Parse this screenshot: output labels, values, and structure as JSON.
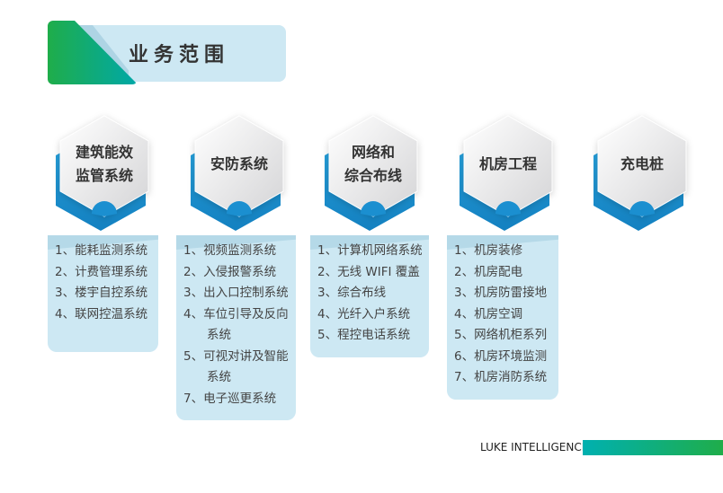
{
  "title": "业务范围",
  "categories": [
    {
      "label_lines": [
        "建筑能效",
        "监管系统"
      ],
      "items": [
        "1、能耗监测系统",
        "2、计费管理系统",
        "3、楼宇自控系统",
        "4、联网控温系统"
      ]
    },
    {
      "label_lines": [
        "安防系统"
      ],
      "items": [
        "1、视频监测系统",
        "2、入侵报警系统",
        "3、出入口控制系统",
        "4、车位引导及反向",
        "系统",
        "5、可视对讲及智能",
        "系统",
        "7、电子巡更系统"
      ]
    },
    {
      "label_lines": [
        "网络和",
        "综合布线"
      ],
      "items": [
        "1、计算机网络系统",
        "2、无线 WIFI 覆盖",
        "3、综合布线",
        "4、光纤入户系统",
        "5、程控电话系统"
      ]
    },
    {
      "label_lines": [
        "机房工程"
      ],
      "items": [
        "1、机房装修",
        "2、机房配电",
        "3、机房防雷接地",
        "4、机房空调",
        "5、网络机柜系列",
        "6、机房环境监测",
        "7、机房消防系统"
      ]
    },
    {
      "label_lines": [
        "充电桩"
      ],
      "items": []
    }
  ],
  "footer": {
    "brand": "LUKE INTELLIGENCE"
  },
  "colors": {
    "accent_blue": "#1b8fd0",
    "panel": "#cde8f3",
    "green": "#1fad4a",
    "teal": "#00a8a8"
  }
}
